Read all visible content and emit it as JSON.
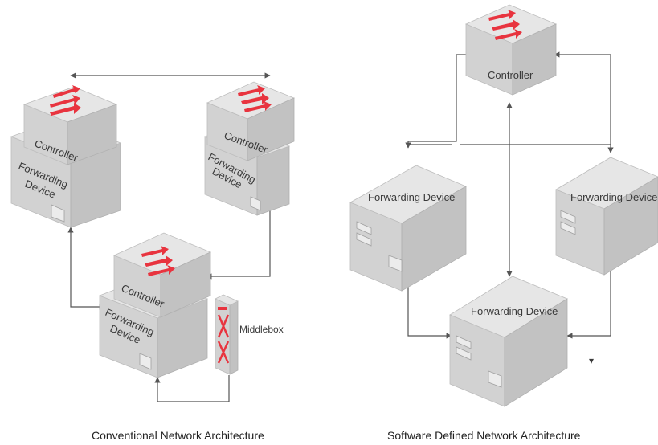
{
  "conventional": {
    "caption": "Conventional Network Architecture",
    "controller_label": "Controller",
    "forwarding_label_line1": "Forwarding",
    "forwarding_label_line2": "Device",
    "middlebox_label": "Middlebox"
  },
  "sdn": {
    "caption": "Software Defined Network Architecture",
    "controller_label": "Controller",
    "forwarding_device_label": "Forwarding Device",
    "stray_mark": "▾"
  },
  "colors": {
    "switch_arrow": "#e8343f",
    "device_face": "#d2d2d2",
    "wire": "#555555"
  }
}
